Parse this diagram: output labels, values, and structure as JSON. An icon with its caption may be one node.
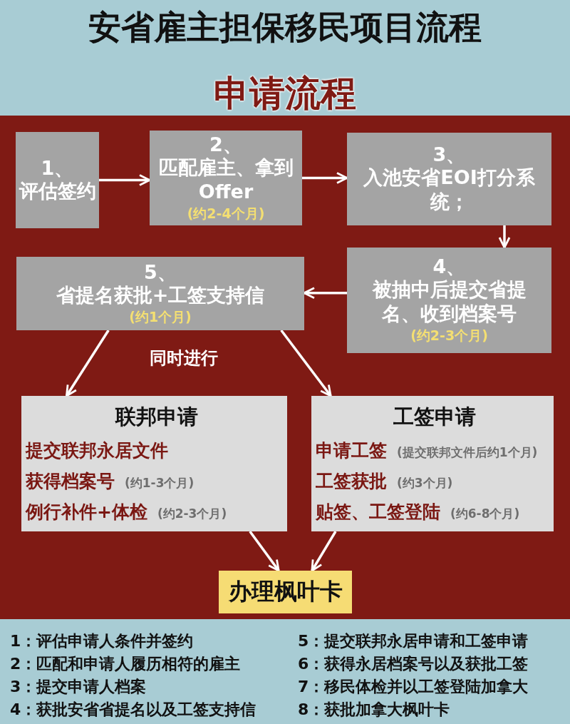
{
  "diagram": {
    "title": "安省雇主担保移民项目流程",
    "nodes": [
      {
        "text": [
          "1、",
          "评估签约"
        ]
      },
      {
        "text": [
          "2、",
          "匹配雇主、拿到Offer",
          "(约2-4个月)"
        ]
      },
      {
        "text": [
          "3、",
          "入池安省EOI打分系统；"
        ]
      },
      {
        "text": [
          "4、",
          "被抽中后提交省提名、收到档案号",
          "(约2-3个月)"
        ]
      },
      {
        "text": [
          "5、",
          "省提名获批+工签支持信",
          "(约1个月)"
        ]
      },
      {
        "text": [
          "联邦申请",
          "提交联邦永居文件",
          "获得档案号",
          "(约1-3个月)",
          "例行补件+体检",
          "(约2-3个月)"
        ]
      },
      {
        "text": [
          "工签申请",
          "申请工签",
          "(提交联邦文件后约1个月)",
          "工签获批",
          "(约3个月)",
          "贴签、工签登陆",
          "(约6-8个月)"
        ]
      },
      {
        "text": [
          "办理枫叶卡"
        ]
      }
    ],
    "edges": [
      {
        "from": 0,
        "to": 1,
        "arrow": "to"
      },
      {
        "from": 1,
        "to": 2,
        "arrow": "to"
      },
      {
        "from": 2,
        "to": 3,
        "arrow": "to"
      },
      {
        "from": 3,
        "to": 4,
        "arrow": "to"
      },
      {
        "from": 4,
        "to": 5,
        "arrow": "to"
      },
      {
        "from": 4,
        "to": 6,
        "arrow": "to"
      },
      {
        "from": 5,
        "to": 7,
        "arrow": "to"
      },
      {
        "from": 6,
        "to": 7,
        "arrow": "to"
      }
    ],
    "labels": [
      "申请流程",
      "同时进行",
      "1：评估申请人条件并签约",
      "5：提交联邦永居申请和工签申请",
      "2：匹配和申请人履历相符的雇主",
      "6：获得永居档案号以及获批工签",
      "3：提交申请人档案",
      "7：移民体检并以工签登陆加拿大",
      "4：获批安省省提名以及工签支持信",
      "8：获批加拿大枫叶卡"
    ]
  }
}
